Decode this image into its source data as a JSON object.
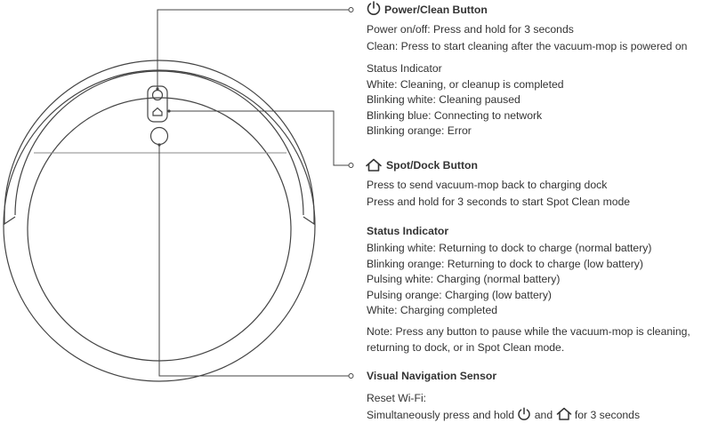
{
  "power": {
    "title": "Power/Clean Button",
    "lines": [
      "Power on/off: Press and hold for 3 seconds",
      "Clean: Press to start cleaning after the vacuum-mop is powered on"
    ]
  },
  "status1": {
    "title": "Status Indicator",
    "lines": [
      "White:  Cleaning, or cleanup is completed",
      "Blinking white:  Cleaning paused",
      "Blinking blue:  Connecting to network",
      "Blinking orange:  Error"
    ]
  },
  "dock": {
    "title": "Spot/Dock Button",
    "lines": [
      "Press to send vacuum-mop back to charging dock",
      "Press and hold for 3 seconds to start Spot Clean mode"
    ]
  },
  "status2": {
    "title": "Status Indicator",
    "lines": [
      "Blinking white:  Returning to dock to charge (normal battery)",
      "Blinking orange:  Returning to dock to charge (low battery)",
      "Pulsing white:  Charging (normal battery)",
      "Pulsing orange:  Charging (low battery)",
      "White:  Charging completed"
    ]
  },
  "note": {
    "lines": [
      "Note: Press any button to pause while the vacuum-mop is cleaning,",
      "returning to dock, or in Spot Clean mode."
    ]
  },
  "sensor": {
    "title": "Visual Navigation Sensor"
  },
  "wifi": {
    "title": "Reset Wi-Fi:",
    "line_start": "Simultaneously press and hold",
    "line_and": "and",
    "line_end": "for 3 seconds"
  },
  "icons": {
    "power": "power-icon",
    "home": "home-icon"
  },
  "colors": {
    "line": "#444444",
    "text": "#333333"
  }
}
